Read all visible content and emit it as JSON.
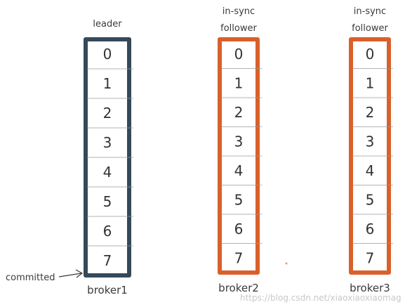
{
  "brokers": [
    {
      "id": "broker1",
      "role_lines": [
        "leader"
      ],
      "name": "broker1",
      "color": "#34495a",
      "cells": [
        "0",
        "1",
        "2",
        "3",
        "4",
        "5",
        "6",
        "7"
      ]
    },
    {
      "id": "broker2",
      "role_lines": [
        "in-sync",
        "follower"
      ],
      "name": "broker2",
      "color": "#d9602b",
      "cells": [
        "0",
        "1",
        "2",
        "3",
        "4",
        "5",
        "6",
        "7"
      ]
    },
    {
      "id": "broker3",
      "role_lines": [
        "in-sync",
        "follower"
      ],
      "name": "broker3",
      "color": "#d9602b",
      "cells": [
        "0",
        "1",
        "2",
        "3",
        "4",
        "5",
        "6",
        "7"
      ]
    }
  ],
  "committed_label": "committed",
  "watermark": "https://blog.csdn.net/xiaoxiaoxiaomag"
}
